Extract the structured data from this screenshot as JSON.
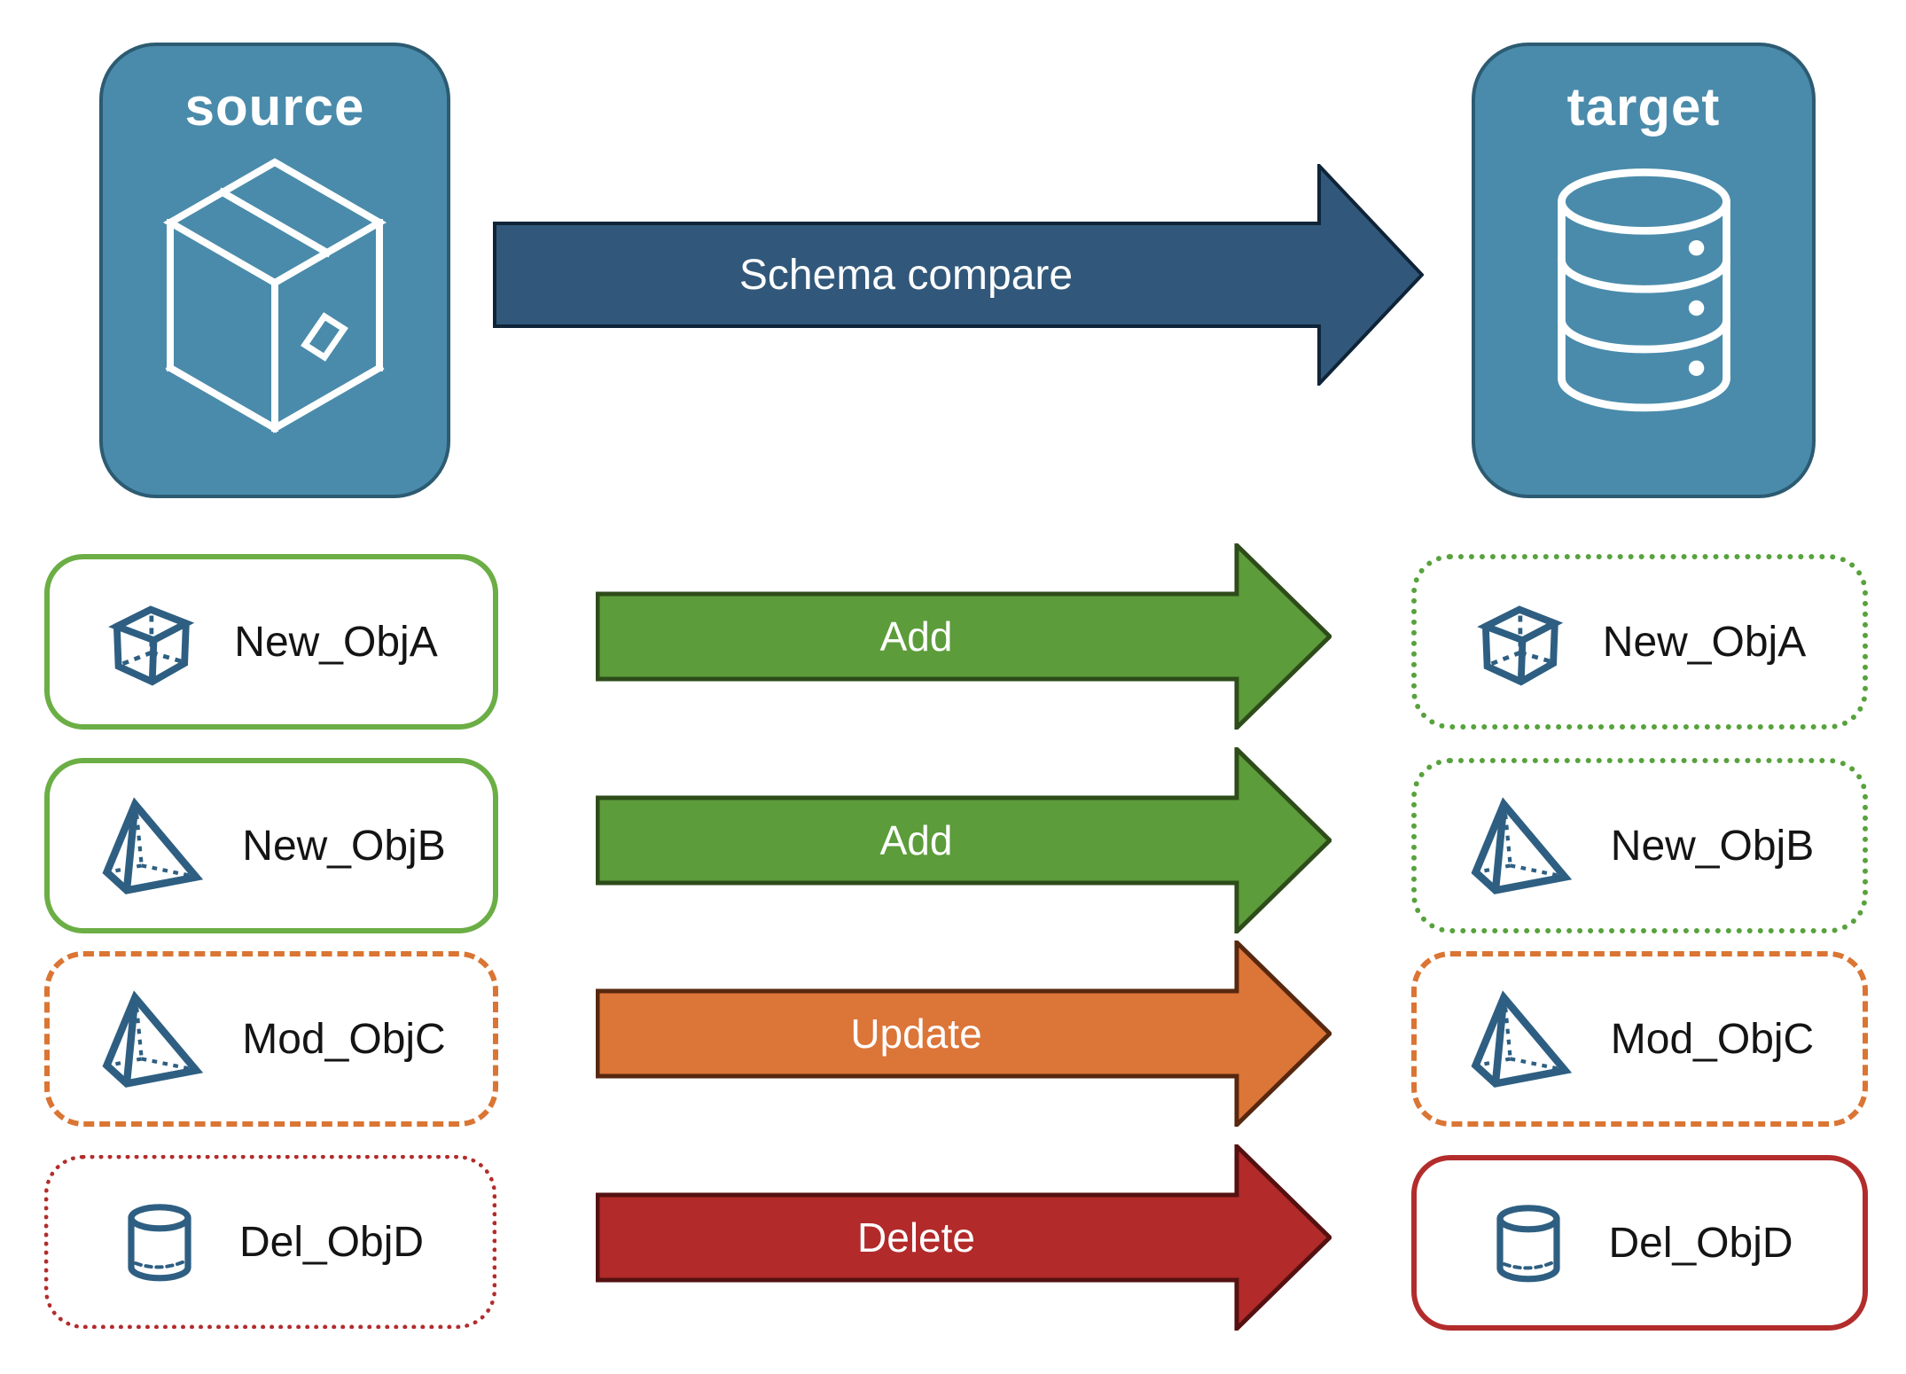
{
  "source_panel": {
    "title": "source",
    "icon": "package-icon"
  },
  "target_panel": {
    "title": "target",
    "icon": "database-icon"
  },
  "main_arrow": {
    "label": "Schema compare",
    "fill": "#31587A",
    "outline": "#0F2438"
  },
  "rows": [
    {
      "object_name": "New_ObjA",
      "action": "Add",
      "icon": "cube-icon",
      "accent_color": "#6BAE45",
      "arrow_fill": "#5C9C3A",
      "arrow_outline": "#2E4C1A",
      "left_border_style": "solid",
      "right_border_style": "dotted"
    },
    {
      "object_name": "New_ObjB",
      "action": "Add",
      "icon": "pyramid-icon",
      "accent_color": "#6BAE45",
      "arrow_fill": "#5C9C3A",
      "arrow_outline": "#2E4C1A",
      "left_border_style": "solid",
      "right_border_style": "dotted"
    },
    {
      "object_name": "Mod_ObjC",
      "action": "Update",
      "icon": "pyramid-icon",
      "accent_color": "#DA7533",
      "arrow_fill": "#DC7538",
      "arrow_outline": "#57280F",
      "left_border_style": "dashed",
      "right_border_style": "dashed"
    },
    {
      "object_name": "Del_ObjD",
      "action": "Delete",
      "icon": "cylinder-icon",
      "accent_color": "#B32C2C",
      "arrow_fill": "#B22A2A",
      "arrow_outline": "#551111",
      "left_border_style": "dotted",
      "right_border_style": "solid"
    }
  ],
  "colors": {
    "panel_fill": "#4A8BAB",
    "panel_border": "#2C5B72",
    "icon_blue": "#2E5F82"
  }
}
